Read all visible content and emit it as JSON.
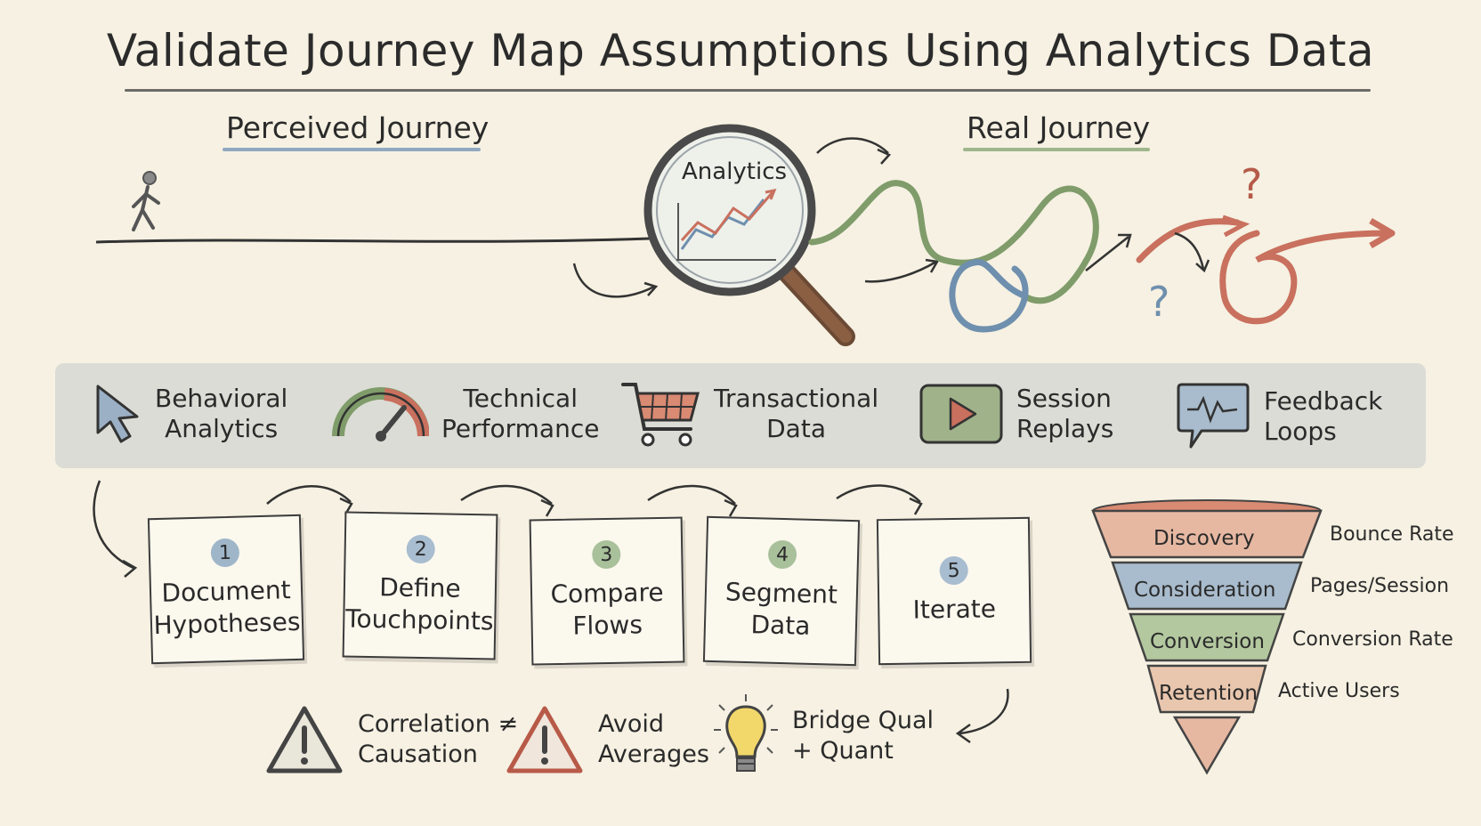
{
  "title": "Validate Journey Map Assumptions Using Analytics Data",
  "perceived_label": "Perceived Journey",
  "real_label": "Real Journey",
  "lens_label": "Analytics",
  "question_mark": "?",
  "sources": [
    {
      "label_line1": "Behavioral",
      "label_line2": "Analytics",
      "icon": "cursor-icon"
    },
    {
      "label_line1": "Technical",
      "label_line2": "Performance",
      "icon": "gauge-icon"
    },
    {
      "label_line1": "Transactional",
      "label_line2": "Data",
      "icon": "cart-icon"
    },
    {
      "label_line1": "Session",
      "label_line2": "Replays",
      "icon": "play-icon"
    },
    {
      "label_line1": "Feedback",
      "label_line2": "Loops",
      "icon": "chat-icon"
    }
  ],
  "steps": [
    {
      "num": "1",
      "line1": "Document",
      "line2": "Hypotheses",
      "color": "#9fb6c9"
    },
    {
      "num": "2",
      "line1": "Define",
      "line2": "Touchpoints",
      "color": "#a8bdd0"
    },
    {
      "num": "3",
      "line1": "Compare",
      "line2": "Flows",
      "color": "#a9c19b"
    },
    {
      "num": "4",
      "line1": "Segment",
      "line2": "Data",
      "color": "#a9c19b"
    },
    {
      "num": "5",
      "line1": "Iterate",
      "line2": "",
      "color": "#a8bdd0"
    }
  ],
  "warnings": [
    {
      "line1": "Correlation ≠",
      "line2": "Causation",
      "icon": "warning-icon"
    },
    {
      "line1": "Avoid",
      "line2": "Averages",
      "icon": "warning-icon"
    },
    {
      "line1": "Bridge Qual",
      "line2": "+ Quant",
      "icon": "lightbulb-icon"
    }
  ],
  "funnel": [
    {
      "stage": "Discovery",
      "metric": "Bounce Rate",
      "color": "#e6b8a2"
    },
    {
      "stage": "Consideration",
      "metric": "Pages/Session",
      "color": "#a9bccd"
    },
    {
      "stage": "Conversion",
      "metric": "Conversion Rate",
      "color": "#b3c89f"
    },
    {
      "stage": "Retention",
      "metric": "Active Users",
      "color": "#e9c7ae"
    }
  ],
  "colors": {
    "blue": "#6f8fae",
    "green": "#7f9c6a",
    "red": "#c9705e",
    "ink": "#3a3a3a"
  }
}
